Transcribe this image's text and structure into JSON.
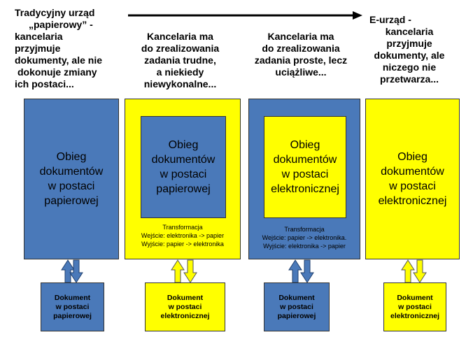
{
  "timeline_arrow": "arrow-right",
  "colors": {
    "blue": "#4a79b9",
    "yellow": "#ffff00"
  },
  "headers": [
    {
      "lines": [
        "Tradycyjny urząd",
        "„papierowy” -",
        "kancelaria",
        "przyjmuje",
        "dokumenty, ale nie",
        "dokonuje zmiany",
        "ich postaci..."
      ]
    },
    {
      "lines": [
        "Kancelaria ma",
        "do zrealizowania",
        "zadania trudne,",
        "a niekiedy",
        "niewykonalne..."
      ]
    },
    {
      "lines": [
        "Kancelaria ma",
        "do zrealizowania",
        "zadania proste, lecz",
        "uciążliwe..."
      ]
    },
    {
      "lines": [
        "E-urząd  -",
        "kancelaria",
        "przyjmuje",
        "dokumenty, ale",
        "niczego nie",
        "przetwarza..."
      ]
    }
  ],
  "panels": [
    {
      "main": [
        "Obieg",
        "dokumentów",
        "w postaci",
        "papierowej"
      ]
    },
    {
      "main": [
        "Obieg",
        "dokumentów",
        "w postaci",
        "papierowej"
      ],
      "transform": [
        "Transformacja",
        "Wejście: elektronika -> papier",
        "Wyjście: papier -> elektronika"
      ]
    },
    {
      "main": [
        "Obieg",
        "dokumentów",
        "w postaci",
        "elektronicznej"
      ],
      "transform": [
        "Transformacja",
        "Wejście: papier -> elektronika.",
        "Wyjście: elektronika -> papier"
      ]
    },
    {
      "main": [
        "Obieg",
        "dokumentów",
        "w postaci",
        "elektronicznej"
      ]
    }
  ],
  "documents": [
    {
      "lines": [
        "Dokument",
        "w postaci",
        "papierowej"
      ]
    },
    {
      "lines": [
        "Dokument",
        "w postaci",
        "elektronicznej"
      ]
    },
    {
      "lines": [
        "Dokument",
        "w postaci",
        "papierowej"
      ]
    },
    {
      "lines": [
        "Dokument",
        "w postaci",
        "elektronicznej"
      ]
    }
  ]
}
